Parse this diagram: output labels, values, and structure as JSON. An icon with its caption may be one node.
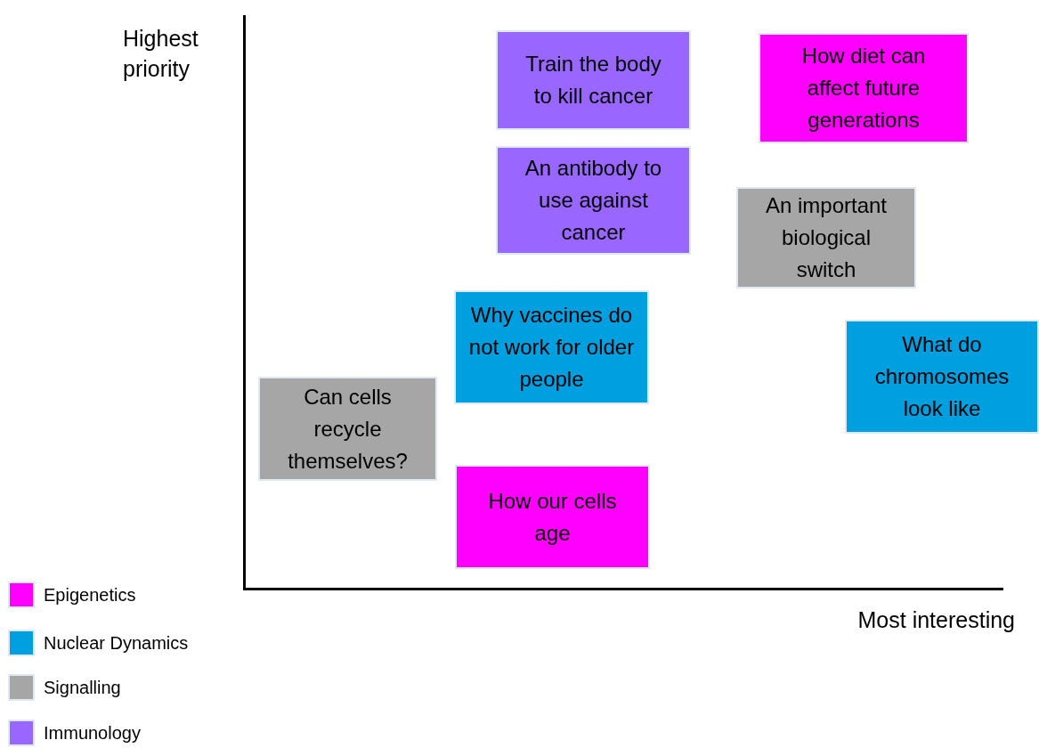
{
  "diagram": {
    "nodes": [
      {
        "text": [
          "Train the body to kill cancer"
        ]
      },
      {
        "text": [
          "How diet can affect future generations"
        ]
      },
      {
        "text": [
          "An antibody to use against cancer"
        ]
      },
      {
        "text": [
          "An important biological switch"
        ]
      },
      {
        "text": [
          "Why vaccines do not work for older people"
        ]
      },
      {
        "text": [
          "What do chromosomes look like"
        ]
      },
      {
        "text": [
          "Can cells recycle themselves?"
        ]
      },
      {
        "text": [
          "How our cells age"
        ]
      }
    ],
    "edges": [],
    "labels": [
      "Highest priority",
      "Most interesting"
    ],
    "legend": [
      {
        "text": "Epigenetics",
        "color": "#ff00ff"
      },
      {
        "text": "Nuclear Dynamics",
        "color": "#009fe0"
      },
      {
        "text": "Signalling",
        "color": "#a6a6a6"
      },
      {
        "text": "Immunology",
        "color": "#9966ff"
      }
    ]
  }
}
